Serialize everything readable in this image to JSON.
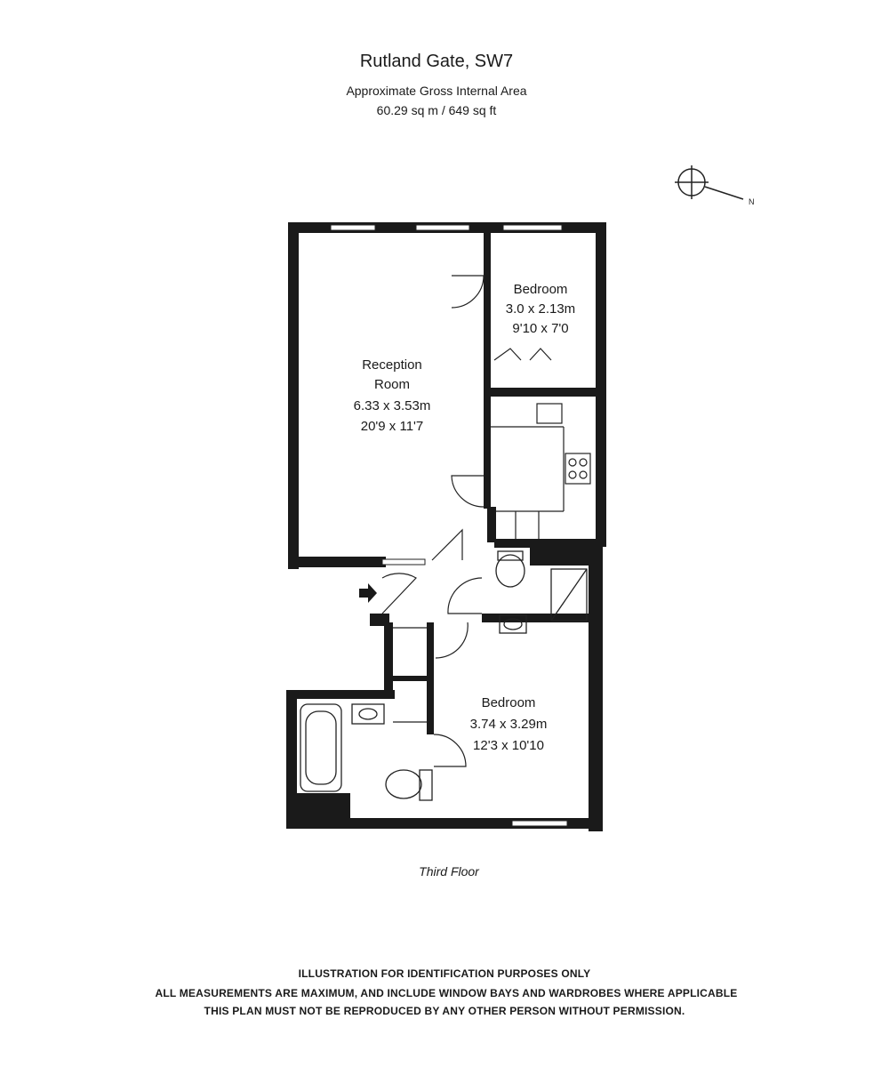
{
  "header": {
    "title": "Rutland Gate, SW7",
    "subtitle": "Approximate Gross Internal Area",
    "area": "60.29 sq m  /  649 sq ft"
  },
  "rooms": {
    "bedroom_small": {
      "name": "Bedroom",
      "metric": "3.0 x 2.13m",
      "imperial": "9'10 x 7'0"
    },
    "reception": {
      "name_line1": "Reception",
      "name_line2": "Room",
      "metric": "6.33 x 3.53m",
      "imperial": "20'9 x 11'7"
    },
    "bedroom_large": {
      "name": "Bedroom",
      "metric": "3.74 x 3.29m",
      "imperial": "12'3 x 10'10"
    }
  },
  "compass_label": "N",
  "floor_label": "Third Floor",
  "disclaimer": {
    "line1": "ILLUSTRATION FOR IDENTIFICATION PURPOSES ONLY",
    "line2": "ALL MEASUREMENTS ARE MAXIMUM, AND INCLUDE WINDOW BAYS AND WARDROBES WHERE APPLICABLE",
    "line3": "THIS PLAN MUST NOT BE REPRODUCED BY ANY OTHER PERSON WITHOUT PERMISSION."
  }
}
